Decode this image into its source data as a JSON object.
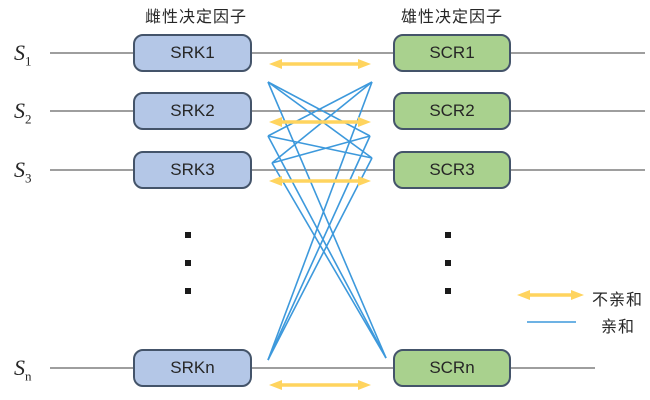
{
  "titles": {
    "female": "雌性决定因子",
    "male": "雄性决定因子"
  },
  "rows": [
    {
      "s": "S",
      "sub": "1",
      "srk": "SRK1",
      "scr": "SCR1"
    },
    {
      "s": "S",
      "sub": "2",
      "srk": "SRK2",
      "scr": "SCR2"
    },
    {
      "s": "S",
      "sub": "3",
      "srk": "SRK3",
      "scr": "SCR3"
    },
    {
      "s": "S",
      "sub": "n",
      "srk": "SRKn",
      "scr": "SCRn"
    }
  ],
  "legend": {
    "incompatible": "不亲和",
    "compatible": "亲和",
    "incompatible_icon": "yellow-double-arrow",
    "compatible_icon": "blue-line"
  },
  "relationships": {
    "incompatible_pairs": [
      [
        "SRK1",
        "SCR1"
      ],
      [
        "SRK2",
        "SCR2"
      ],
      [
        "SRK3",
        "SCR3"
      ],
      [
        "SRKn",
        "SCRn"
      ]
    ],
    "compatible_pairs": [
      [
        "SRK1",
        "SCR2"
      ],
      [
        "SRK1",
        "SCR3"
      ],
      [
        "SRK1",
        "SCRn"
      ],
      [
        "SRK2",
        "SCR1"
      ],
      [
        "SRK2",
        "SCR3"
      ],
      [
        "SRK2",
        "SCRn"
      ],
      [
        "SRK3",
        "SCR1"
      ],
      [
        "SRK3",
        "SCR2"
      ],
      [
        "SRK3",
        "SCRn"
      ],
      [
        "SRKn",
        "SCR1"
      ],
      [
        "SRKn",
        "SCR2"
      ],
      [
        "SRKn",
        "SCR3"
      ]
    ]
  },
  "colors": {
    "yellow": "#FFD45E",
    "blue_line": "#3D99DC",
    "gray_line": "#7F7F7F",
    "srk_fill": "#B4C7E7",
    "scr_fill": "#A9D18E",
    "box_border": "#44546A",
    "text_color": "#262626",
    "dot_color": "#1A1A1A"
  }
}
